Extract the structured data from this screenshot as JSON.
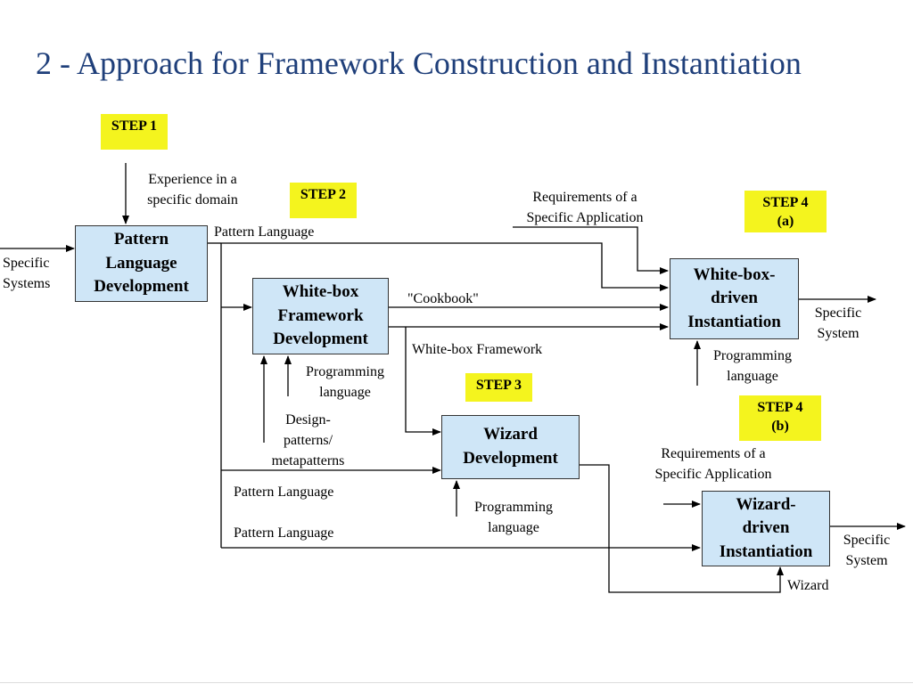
{
  "title": "2 - Approach for Framework Construction and Instantiation",
  "colors": {
    "title": "#1f3f7a",
    "box_fill": "#cfe6f7",
    "step_fill": "#f4f41e",
    "line": "#000000"
  },
  "steps": {
    "step1": "STEP 1",
    "step2": "STEP 2",
    "step3": "STEP 3",
    "step4a": "STEP 4\n(a)",
    "step4b": "STEP 4\n(b)"
  },
  "boxes": {
    "pattern_language_development": "Pattern\nLanguage\nDevelopment",
    "whitebox_framework_development": "White-box\nFramework\nDevelopment",
    "whitebox_driven_instantiation": "White-box-\ndriven\nInstantiation",
    "wizard_development": "Wizard\nDevelopment",
    "wizard_driven_instantiation": "Wizard-\ndriven\nInstantiation"
  },
  "labels": {
    "experience": "Experience in a\nspecific domain",
    "specific_systems": "Specific\nSystems",
    "pattern_language_top": "Pattern Language",
    "requirements_top": "Requirements of a\nSpecific Application",
    "cookbook": "\"Cookbook\"",
    "whitebox_framework": "White-box  Framework",
    "specific_system_a": "Specific\nSystem",
    "programming_language_a": "Programming\nlanguage",
    "programming_language_wb": "Programming\nlanguage",
    "design_patterns": "Design-\npatterns/\nmetapatterns",
    "requirements_bottom": "Requirements of a\nSpecific Application",
    "pattern_language_mid": "Pattern Language",
    "pattern_language_bottom": "Pattern Language",
    "programming_language_wizard": "Programming\nlanguage",
    "specific_system_b": "Specific\nSystem",
    "wizard": "Wizard"
  }
}
